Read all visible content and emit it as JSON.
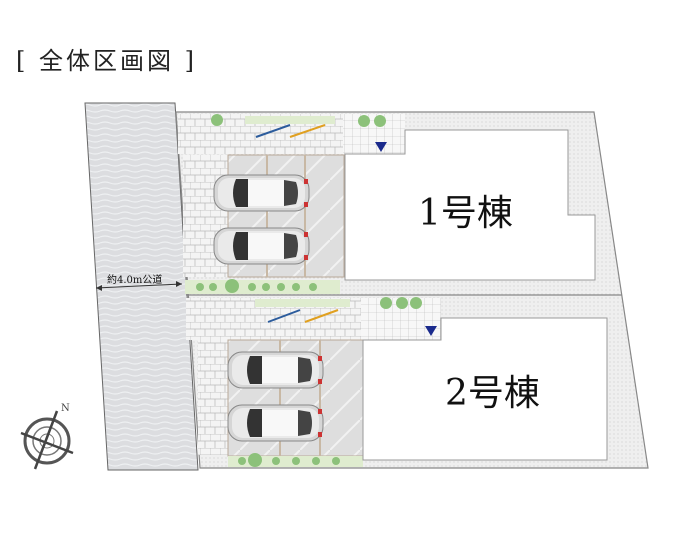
{
  "title": "[ 全体区画図 ]",
  "road": {
    "label": "約4.0m公道"
  },
  "buildings": [
    {
      "label": "1号棟"
    },
    {
      "label": "2号棟"
    }
  ],
  "compass": {
    "north_label": "N"
  },
  "colors": {
    "road": "#d9dadc",
    "paving": "#f2f2f2",
    "parking": "#dcdcdc",
    "green": "#dfeccf",
    "shrub": "#8cc17a",
    "building": "#ffffff",
    "entrance_marker": "#1a2a8c",
    "boundary": "#8a8a8a"
  }
}
